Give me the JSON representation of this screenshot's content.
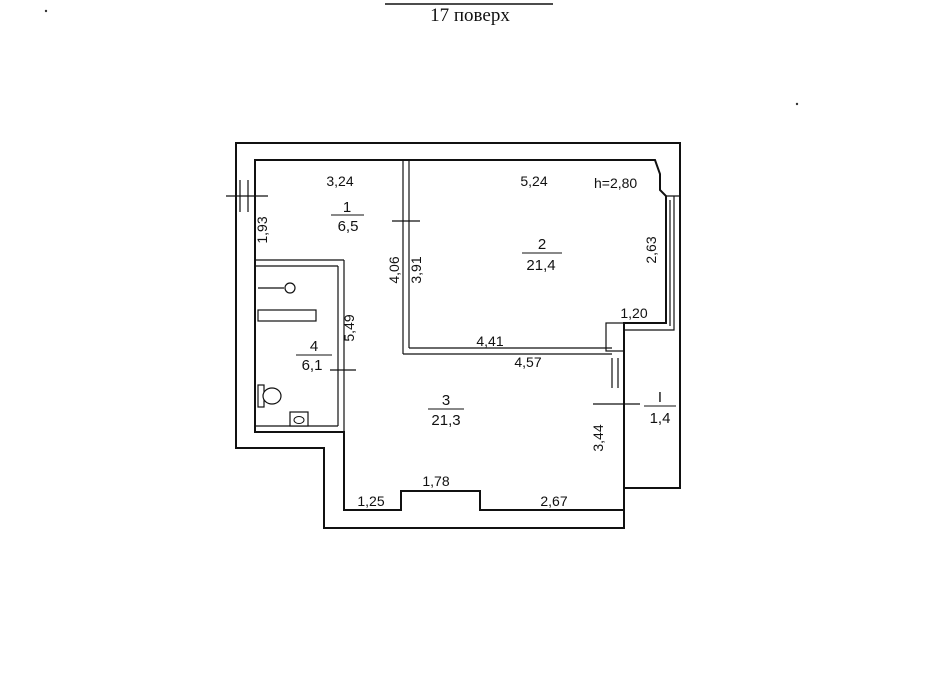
{
  "floor_label": "17 поверх",
  "ceiling_height": "h=2,80",
  "rooms": [
    {
      "number": "1",
      "area": "6,5"
    },
    {
      "number": "2",
      "area": "21,4"
    },
    {
      "number": "3",
      "area": "21,3"
    },
    {
      "number": "4",
      "area": "6,1"
    },
    {
      "number": "I",
      "area": "1,4"
    }
  ],
  "dimensions": [
    "3,24",
    "5,24",
    "1,93",
    "4,06",
    "3,91",
    "2,63",
    "1,20",
    "4,41",
    "4,57",
    "5,49",
    "3,44",
    "1,78",
    "1,25",
    "2,67"
  ],
  "colors": {
    "line": "#111111",
    "background": "#ffffff"
  },
  "icons": [
    "toilet-icon",
    "sink-icon",
    "shower-icon"
  ]
}
